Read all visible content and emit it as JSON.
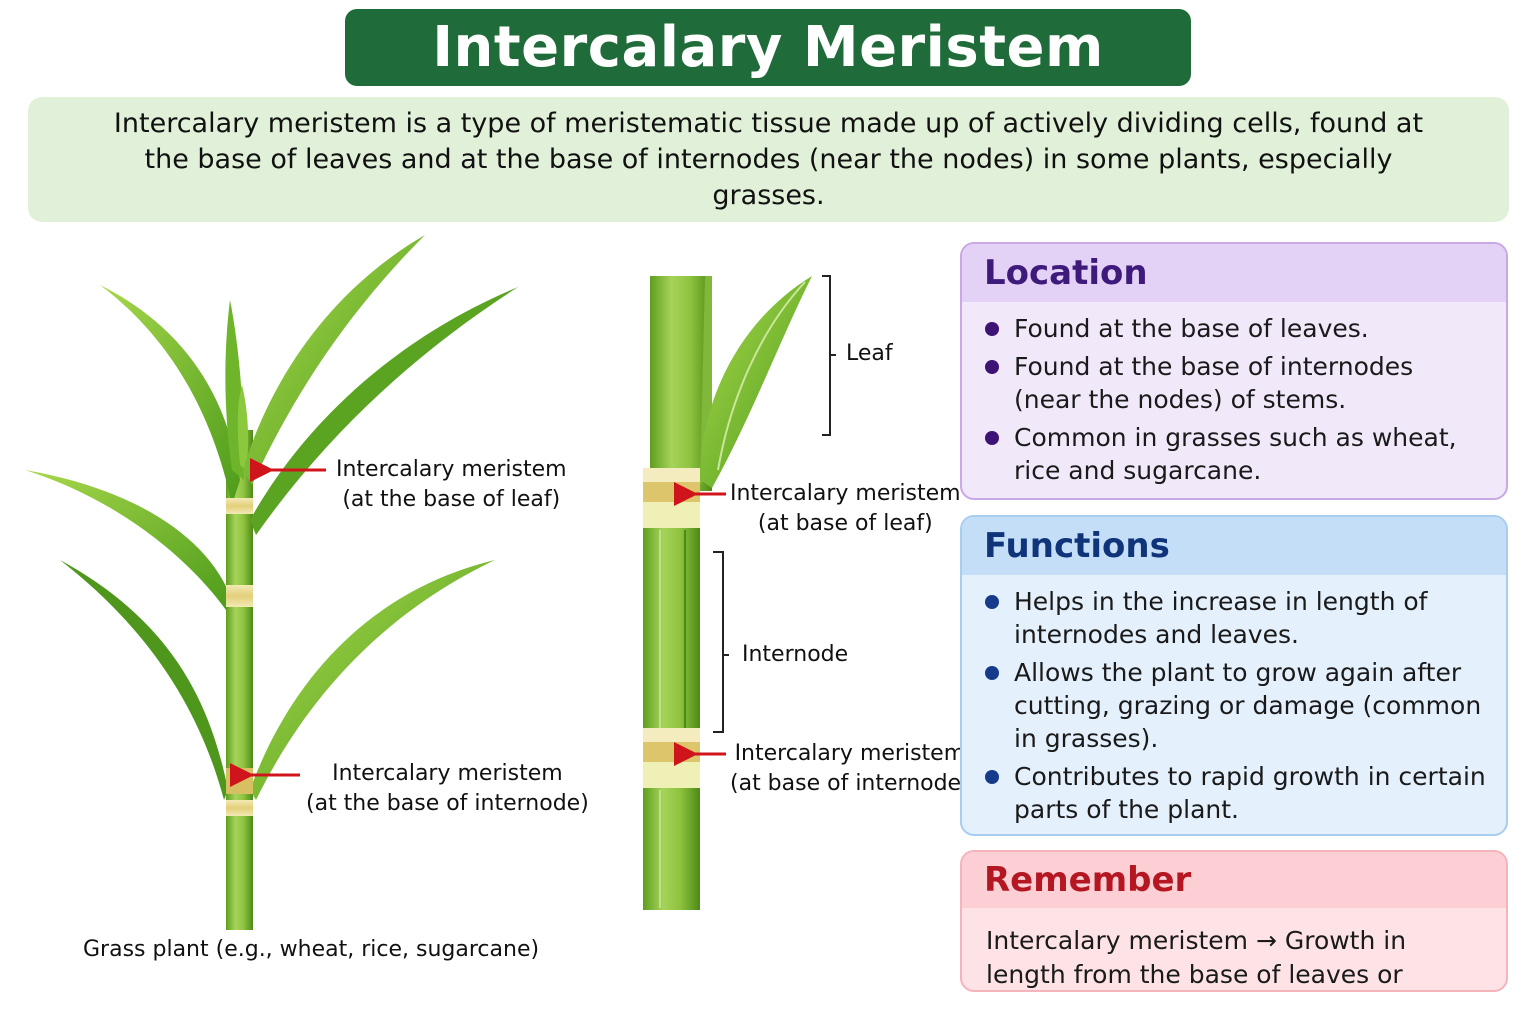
{
  "title": "Intercalary Meristem",
  "intro": "Intercalary meristem is a type of meristematic tissue made up of actively dividing cells, found at the base of leaves and at the base of internodes (near the nodes) in some plants, especially grasses.",
  "left_diagram": {
    "label_leaf_line1": "Intercalary meristem",
    "label_leaf_line2": "(at the base of leaf)",
    "label_internode_line1": "Intercalary meristem",
    "label_internode_line2": "(at the base of internode)",
    "caption": "Grass plant (e.g., wheat, rice, sugarcane)"
  },
  "center_diagram": {
    "leaf_label": "Leaf",
    "internode_label": "Internode",
    "meristem_leaf_line1": "Intercalary meristem",
    "meristem_leaf_line2": "(at base of leaf)",
    "meristem_internode_line1": "Intercalary meristem",
    "meristem_internode_line2": "(at base of internode)"
  },
  "location": {
    "heading": "Location",
    "items": [
      "Found at the base of leaves.",
      "Found at the base of internodes (near the nodes) of stems.",
      "Common in grasses such as wheat, rice and sugarcane."
    ]
  },
  "functions": {
    "heading": "Functions",
    "items": [
      "Helps in the increase in length of internodes and leaves.",
      "Allows the plant to grow again after cutting, grazing or damage (common in grasses).",
      "Contributes to rapid growth in certain parts of the plant."
    ]
  },
  "remember": {
    "heading": "Remember",
    "text": "Intercalary meristem → Growth in length from the base of leaves or internodes."
  },
  "colors": {
    "title_bg": "#1f6b3a",
    "intro_bg": "#e1f0d8",
    "location_accent": "#3e1a7a",
    "functions_accent": "#10347a",
    "remember_accent": "#b41622",
    "arrow": "#d0141c"
  }
}
